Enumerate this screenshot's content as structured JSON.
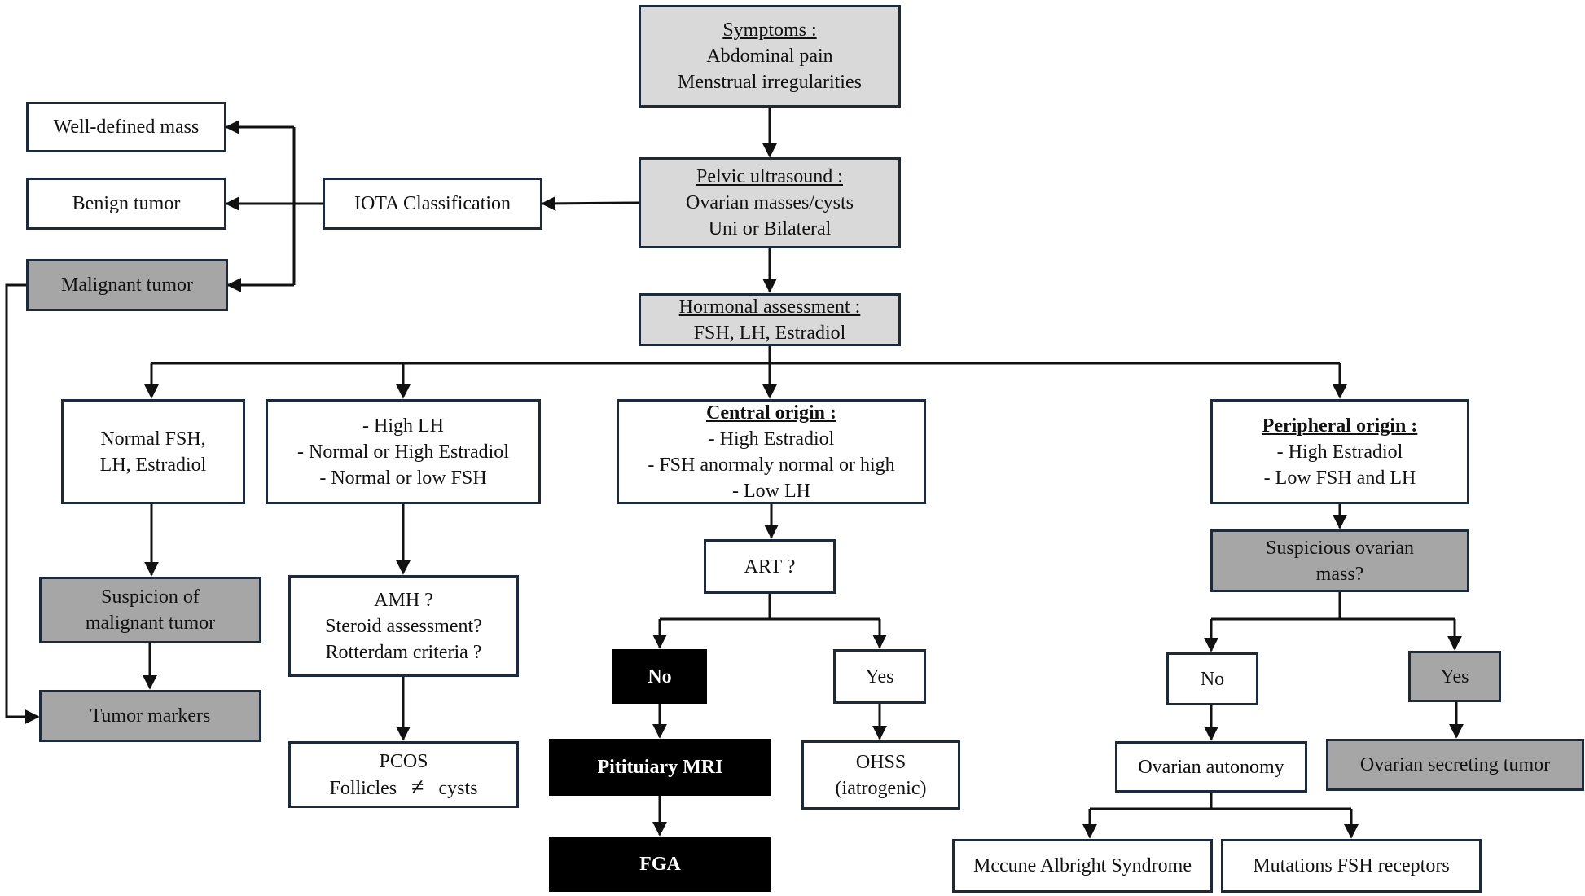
{
  "symptoms": {
    "heading": "Symptoms :",
    "line1": "Abdominal pain",
    "line2": "Menstrual irregularities"
  },
  "ultrasound": {
    "heading": "Pelvic ultrasound :",
    "line1": "Ovarian masses/cysts",
    "line2": "Uni or Bilateral"
  },
  "iota": "IOTA Classification",
  "well_defined": "Well-defined mass",
  "benign": "Benign tumor",
  "malignant": "Malignant tumor",
  "hormonal": {
    "heading": "Hormonal assessment :",
    "line1": "FSH, LH, Estradiol"
  },
  "normal": {
    "line1": "Normal FSH,",
    "line2": "LH, Estradiol"
  },
  "high_lh": {
    "line1": "- High LH",
    "line2": "- Normal or High Estradiol",
    "line3": "- Normal or low FSH"
  },
  "central": {
    "heading": "Central origin :",
    "line1": "- High Estradiol",
    "line2": "- FSH anormaly normal or high",
    "line3": "- Low LH"
  },
  "peripheral": {
    "heading": "Peripheral origin :",
    "line1": "- High Estradiol",
    "line2": "- Low FSH and LH"
  },
  "suspicion_malignant": {
    "line1": "Suspicion of",
    "line2": "malignant tumor"
  },
  "tumor_markers": "Tumor markers",
  "amh": {
    "line1": "AMH ?",
    "line2": "Steroid assessment?",
    "line3": "Rotterdam criteria ?"
  },
  "pcos": {
    "line1": "PCOS",
    "follicles": "Follicles",
    "symbol": "≠",
    "cysts": "cysts"
  },
  "art": "ART ?",
  "central_no": "No",
  "central_yes": "Yes",
  "mri": "Pitituiary MRI",
  "fga": "FGA",
  "ohss": {
    "line1": "OHSS",
    "line2": "(iatrogenic)"
  },
  "suspicious_ovarian": {
    "line1": "Suspicious ovarian",
    "line2": "mass?"
  },
  "peripheral_no": "No",
  "peripheral_yes": "Yes",
  "ovarian_autonomy": "Ovarian autonomy",
  "secreting_tumor": "Ovarian secreting tumor",
  "mccune": "Mccune Albright Syndrome",
  "mutations": "Mutations FSH receptors"
}
